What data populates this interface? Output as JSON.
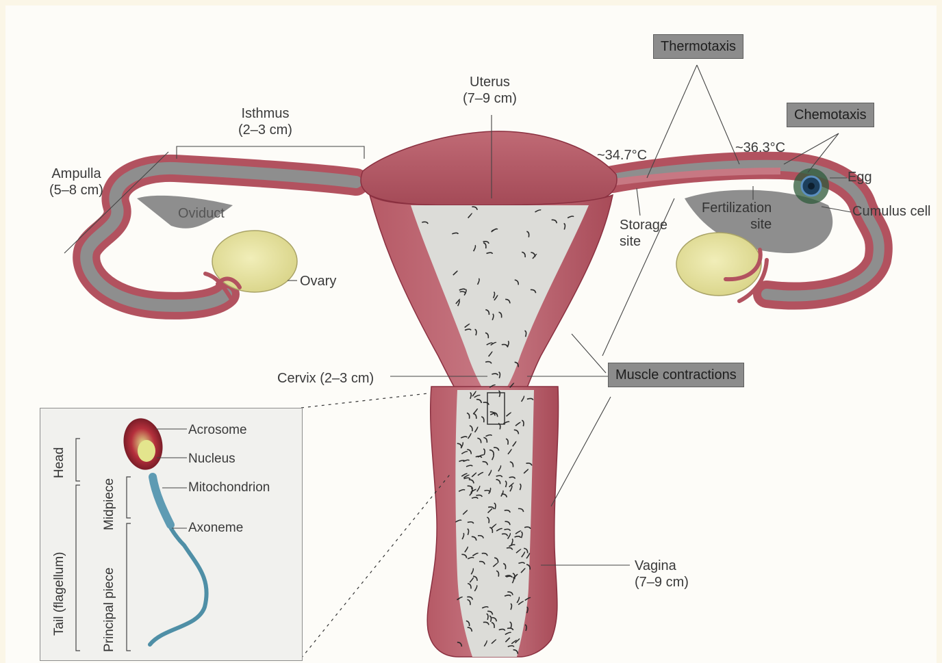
{
  "labels": {
    "uterus_name": "Uterus",
    "uterus_size": "(7–9 cm)",
    "isthmus_name": "Isthmus",
    "isthmus_size": "(2–3 cm)",
    "ampulla_name": "Ampulla",
    "ampulla_size": "(5–8 cm)",
    "oviduct": "Oviduct",
    "ovary": "Ovary",
    "cervix": "Cervix (2–3 cm)",
    "storage_site_line1": "Storage",
    "storage_site_line2": "site",
    "fertilization_site_line1": "Fertilization",
    "fertilization_site_line2": "site",
    "egg": "Egg",
    "cumulus_cell": "Cumulus cell",
    "temp_storage": "~34.7°C",
    "temp_fertilization": "~36.3°C",
    "vagina_name": "Vagina",
    "vagina_size": "(7–9 cm)"
  },
  "boxes": {
    "thermotaxis": "Thermotaxis",
    "chemotaxis": "Chemotaxis",
    "muscle_contractions": "Muscle contractions"
  },
  "inset": {
    "parts": {
      "acrosome": "Acrosome",
      "nucleus": "Nucleus",
      "mitochondrion": "Mitochondrion",
      "axoneme": "Axoneme"
    },
    "regions": {
      "head": "Head",
      "midpiece": "Midpiece",
      "principal_piece": "Principal piece",
      "tail": "Tail (flagellum)"
    }
  },
  "colors": {
    "tissue": "#b2525f",
    "tissue_dark": "#8a3040",
    "cavity": "#dcdcd8",
    "oviduct_lumen": "#8e8e8e",
    "ovary": "#e6e2a8",
    "box_fill": "#8c8c8c",
    "sperm_tail": "#4f8fa6"
  }
}
